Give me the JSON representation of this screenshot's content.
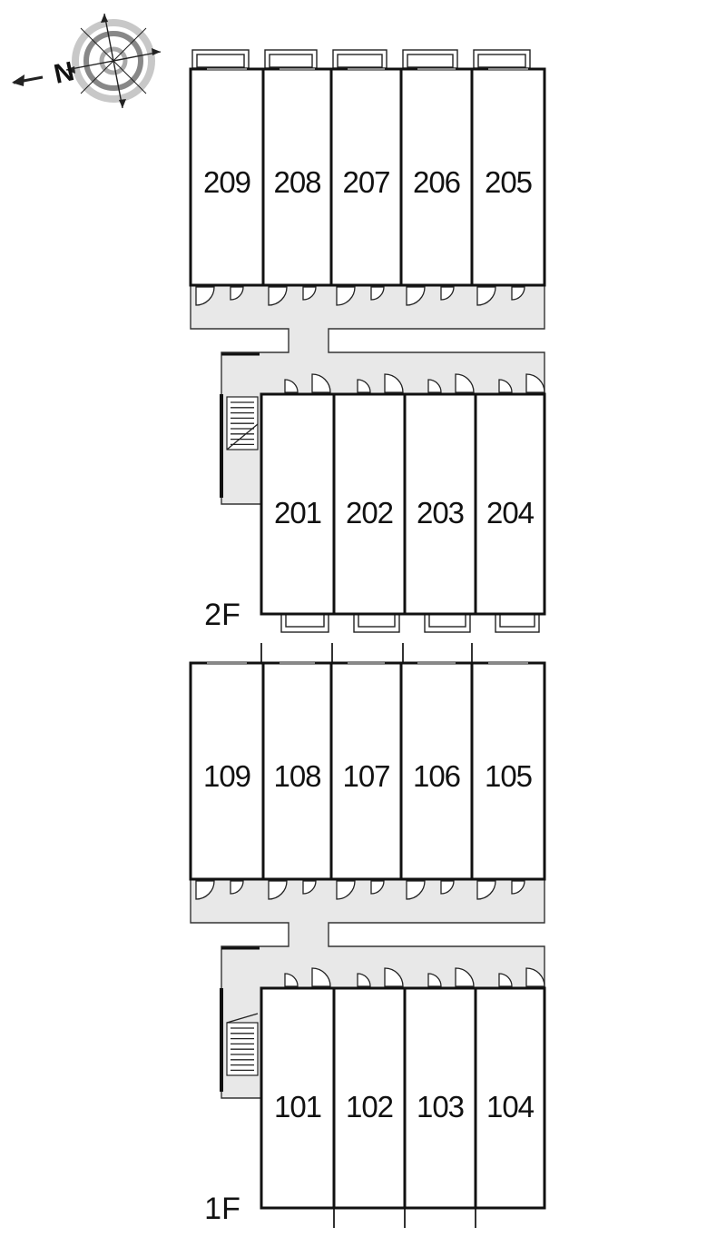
{
  "compass": {
    "label": "N",
    "icon": "compass-rose-icon"
  },
  "floors": [
    {
      "id": "2f",
      "label": "2F",
      "upper_rooms": [
        "209",
        "208",
        "207",
        "206",
        "205"
      ],
      "lower_rooms": [
        "201",
        "202",
        "203",
        "204"
      ]
    },
    {
      "id": "1f",
      "label": "1F",
      "upper_rooms": [
        "109",
        "108",
        "107",
        "106",
        "105"
      ],
      "lower_rooms": [
        "101",
        "102",
        "103",
        "104"
      ]
    }
  ],
  "colors": {
    "wall": "#111111",
    "corridor": "#e8e8e8",
    "background": "#ffffff"
  }
}
